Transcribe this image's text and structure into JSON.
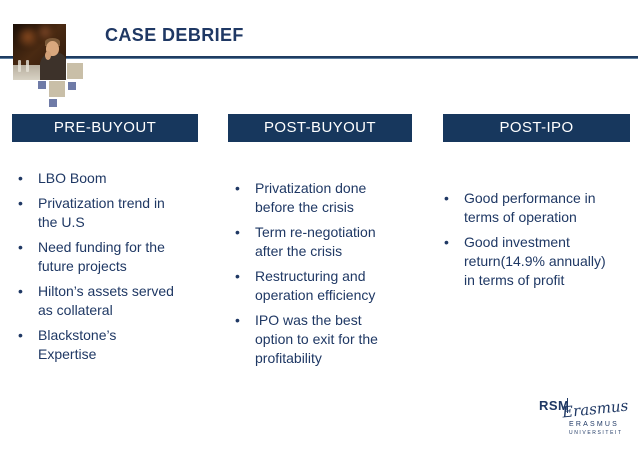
{
  "slide": {
    "title": "CASE DEBRIEF"
  },
  "columns": [
    {
      "header": "PRE-BUYOUT",
      "bullets": [
        "LBO Boom",
        "Privatization trend in the U.S",
        "Need funding for the future projects",
        "Hilton’s assets served as collateral",
        "Blackstone’s Expertise"
      ]
    },
    {
      "header": "POST-BUYOUT",
      "bullets": [
        "Privatization done before the crisis",
        "Term re-negotiation after the crisis",
        "Restructuring and operation efficiency",
        "IPO was the best option to exit for the profitability"
      ]
    },
    {
      "header": "POST-IPO",
      "bullets": [
        "Good performance in terms of operation",
        "Good investment return(14.9% annually) in terms of profit"
      ]
    }
  ],
  "logo": {
    "rsm": "RSM",
    "script": "Erasmus",
    "erasmus": "ERASMUS",
    "universiteit": "UNIVERSITEIT"
  },
  "colors": {
    "navy_text": "#1f3864",
    "header_bg": "#17375d",
    "divider_top": "#1d3a5f",
    "divider_bottom": "#86a7c5",
    "square_tan": "#c9bfa8",
    "square_slate": "#6f7ba7"
  }
}
